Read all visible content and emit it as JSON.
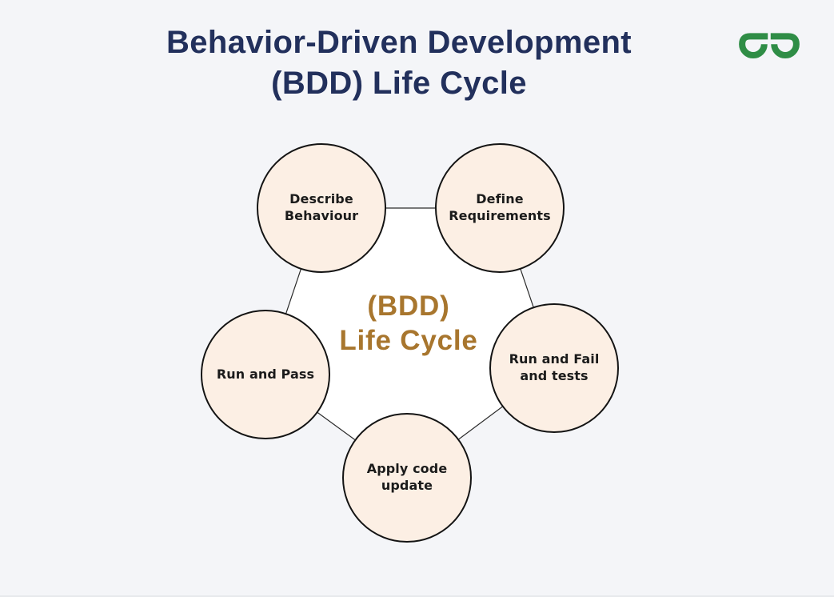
{
  "page": {
    "background_color": "#f4f5f8",
    "bottom_edge_color": "#e7e9ec"
  },
  "header": {
    "title_line1": "Behavior-Driven Development",
    "title_line2": "(BDD) Life Cycle",
    "title_color": "#22305c",
    "logo_icon": "geeksforgeeks-gg-icon",
    "logo_color": "#2f8d46"
  },
  "diagram": {
    "center_label_line1": "(BDD)",
    "center_label_line2": "Life Cycle",
    "center_label_color": "#a8762e",
    "node_fill_color": "#fcefe4",
    "node_border_color": "#141414",
    "pentagon_fill_color": "#ffffff",
    "connector_color": "#2a2a2a",
    "nodes": [
      {
        "id": "describe-behaviour",
        "label": "Describe\nBehaviour"
      },
      {
        "id": "define-requirements",
        "label": "Define\nRequirements"
      },
      {
        "id": "run-and-fail-and-tests",
        "label": "Run and Fail\nand tests"
      },
      {
        "id": "apply-code-update",
        "label": "Apply code\nupdate"
      },
      {
        "id": "run-and-pass",
        "label": "Run and Pass"
      }
    ]
  }
}
